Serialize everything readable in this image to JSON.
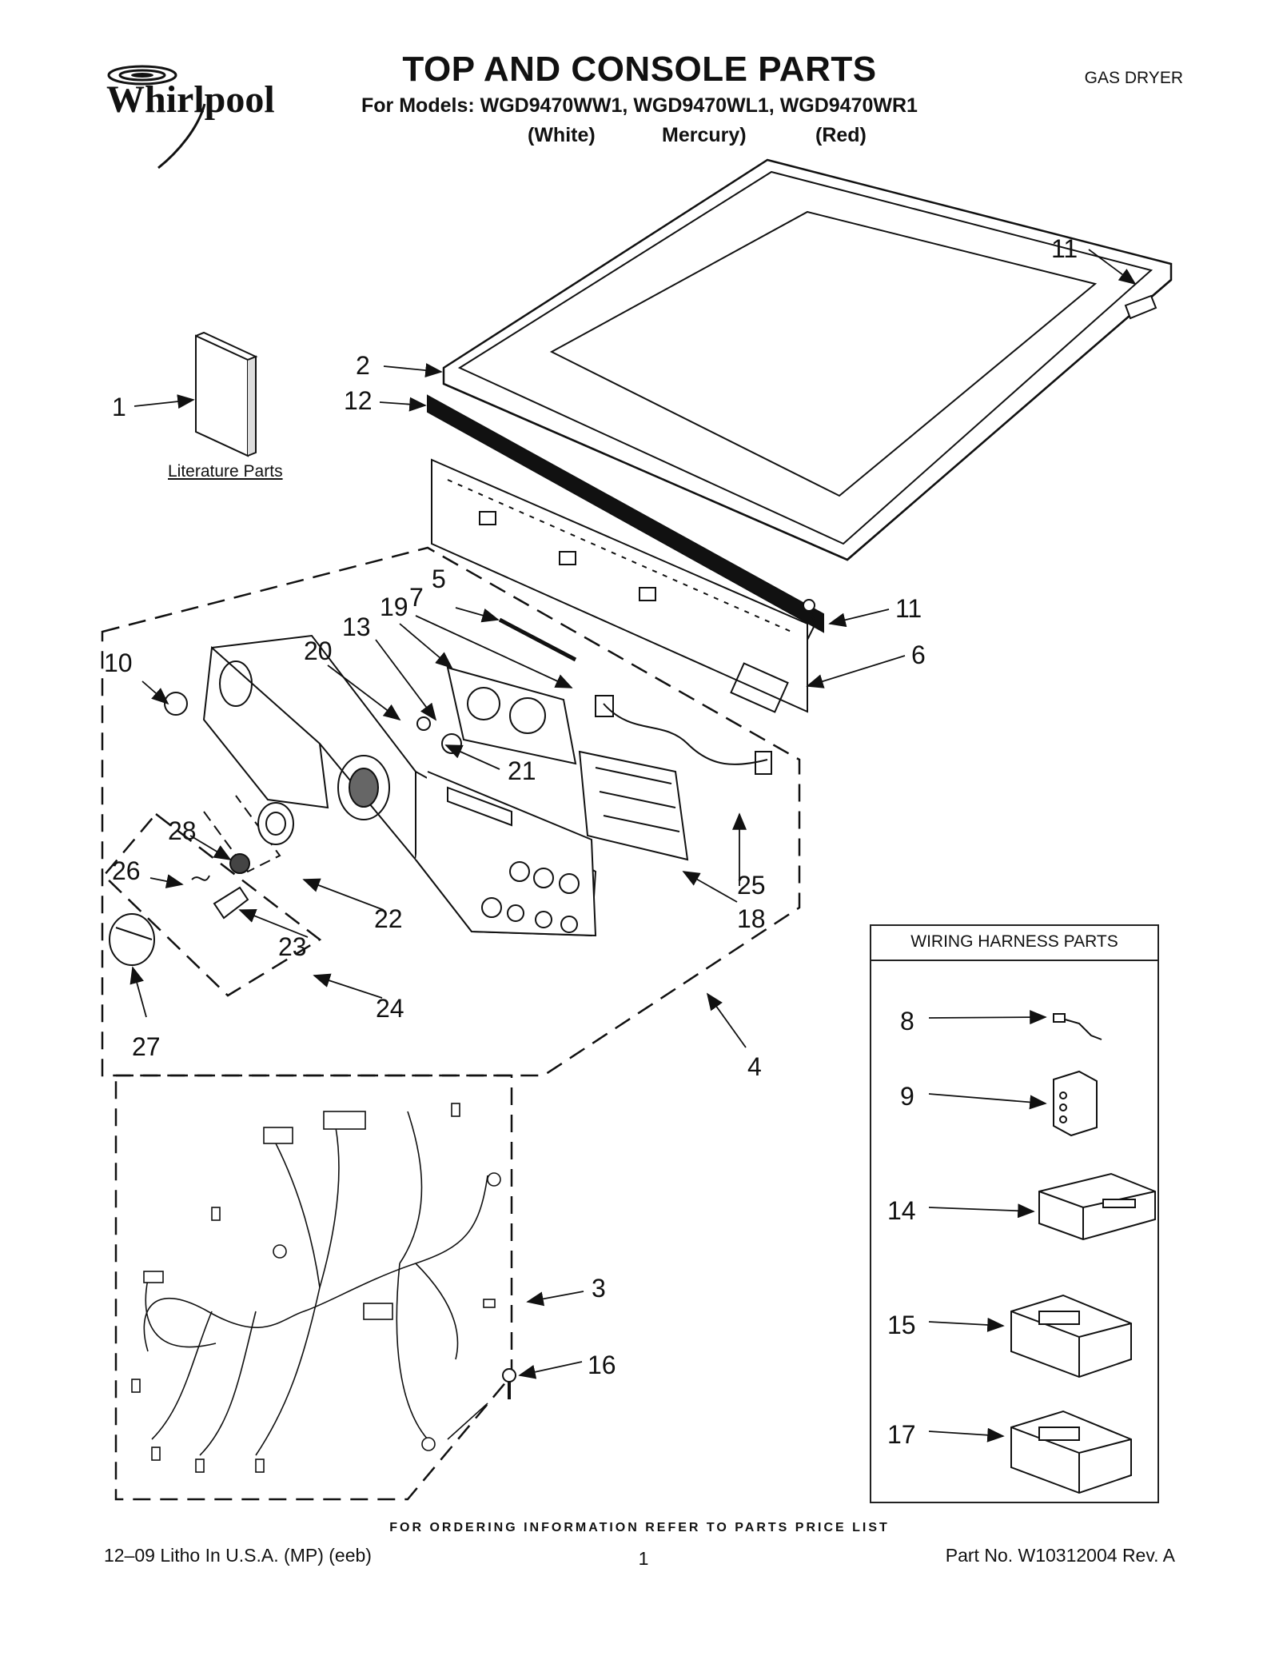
{
  "header": {
    "brand": "Whirlpool",
    "title": "TOP AND CONSOLE PARTS",
    "subtitle": "For Models: WGD9470WW1, WGD9470WL1, WGD9470WR1",
    "variants": [
      "(White)",
      "Mercury)",
      "(Red)"
    ],
    "product_type": "GAS DRYER"
  },
  "labels": {
    "literature": "Literature Parts",
    "wiring_harness": "WIRING HARNESS PARTS"
  },
  "callouts": [
    "1",
    "2",
    "3",
    "4",
    "5",
    "6",
    "7",
    "8",
    "9",
    "10",
    "11",
    "11",
    "12",
    "13",
    "14",
    "15",
    "16",
    "17",
    "18",
    "19",
    "20",
    "21",
    "22",
    "23",
    "24",
    "25",
    "26",
    "27",
    "28"
  ],
  "footer": {
    "note": "FOR ORDERING INFORMATION REFER TO PARTS PRICE LIST",
    "left": "12–09 Litho In U.S.A. (MP) (eeb)",
    "page": "1",
    "right": "Part No. W10312004 Rev. A"
  }
}
